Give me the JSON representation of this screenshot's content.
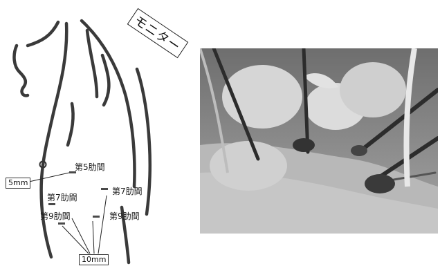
{
  "monitor_label": "モニター",
  "labels": {
    "intercostal_5": "第5肋間",
    "intercostal_7_left": "第7肋間",
    "intercostal_7_right": "第7肋間",
    "intercostal_9_left": "第9肋間",
    "intercostal_9_right": "第9肋間"
  },
  "port_size_5": "5mm",
  "port_size_10": "10mm",
  "colors": {
    "outline": "#3a3a3a",
    "photo_background": "#8f8f8f"
  }
}
